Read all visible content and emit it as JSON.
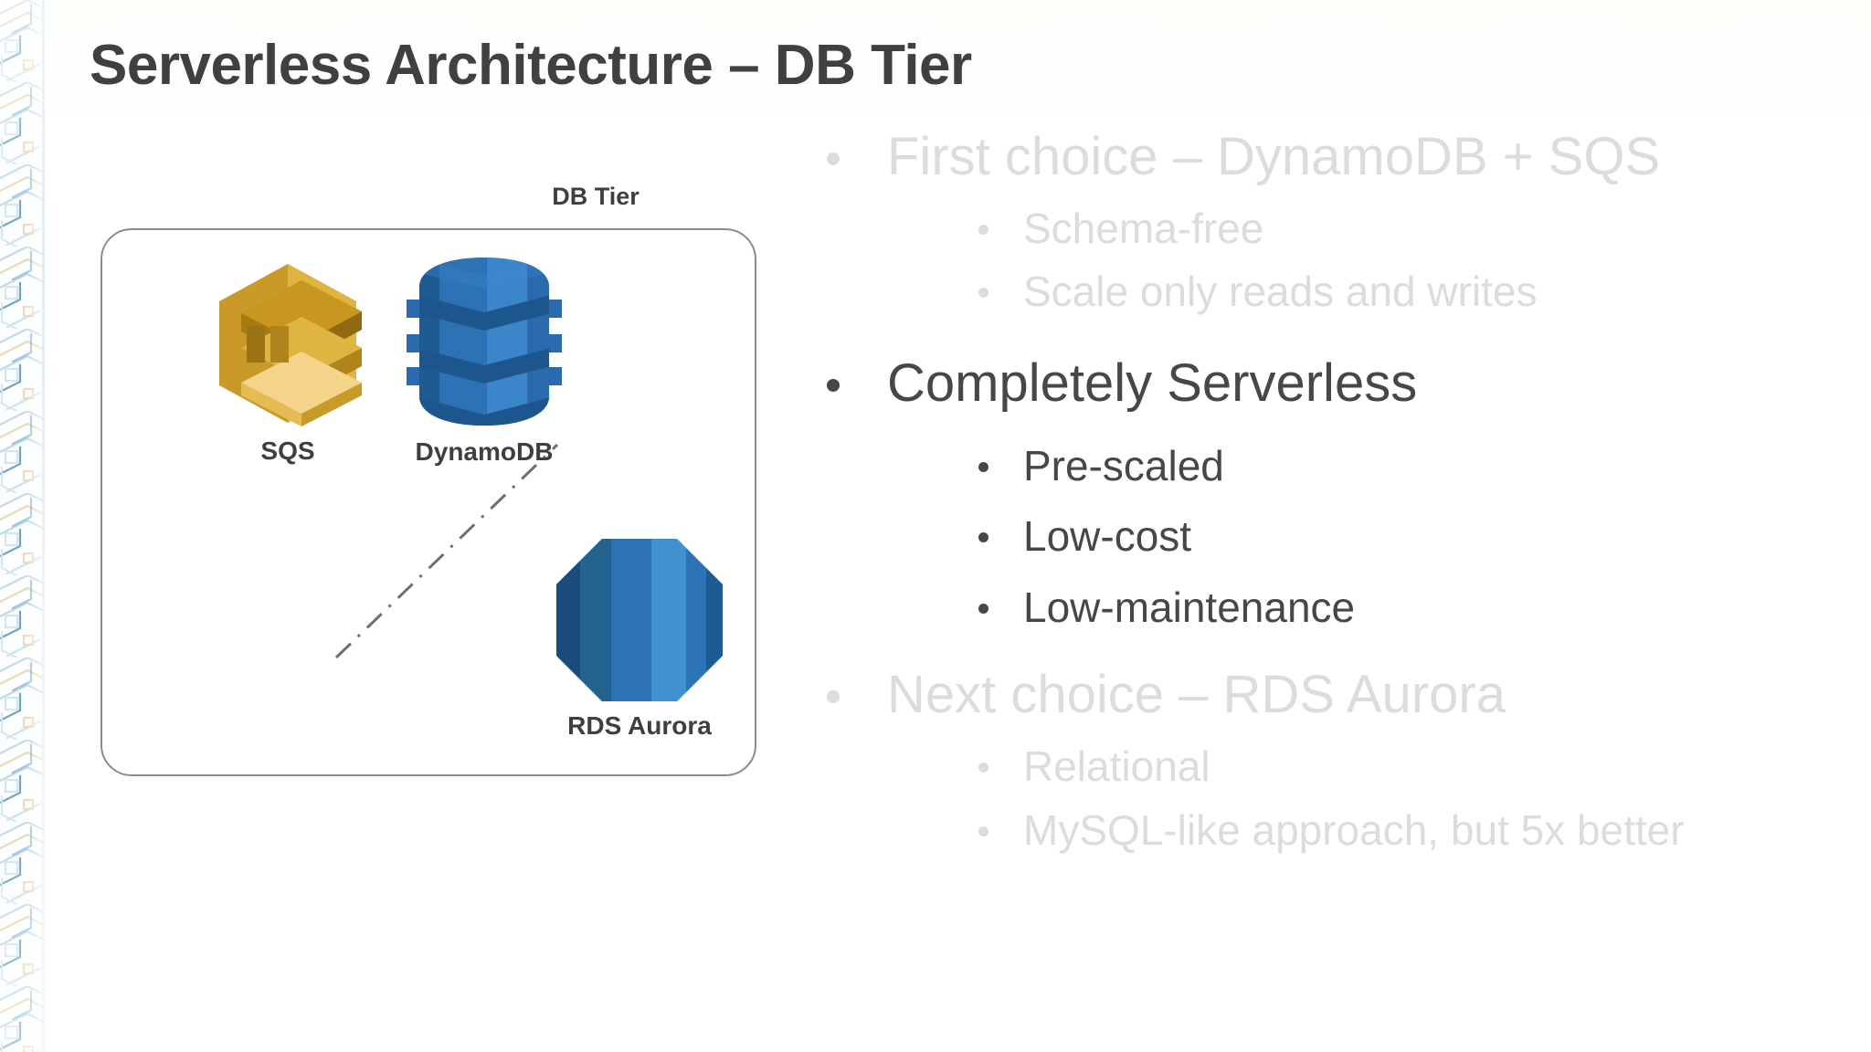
{
  "slide": {
    "title": "Serverless Architecture – DB Tier",
    "background_color": "#ffffff",
    "title_color": "#404040",
    "faded_text_color": "#dcdcde",
    "body_text_color": "#474747"
  },
  "diagram": {
    "group_label": "DB Tier",
    "border_color": "#8b8b8b",
    "divider_style": "dash-dot",
    "nodes": [
      {
        "id": "sqs",
        "label": "SQS",
        "icon": "aws-sqs-icon",
        "color": "#d9a23a"
      },
      {
        "id": "dynamodb",
        "label": "DynamoDB",
        "icon": "aws-dynamodb-icon",
        "color": "#2e73b8"
      },
      {
        "id": "rds-aurora",
        "label": "RDS Aurora",
        "icon": "aws-rds-aurora-icon",
        "color": "#2e73b8"
      }
    ]
  },
  "bullets": [
    {
      "id": "first-choice",
      "state": "faded",
      "level1": "First choice – DynamoDB + SQS",
      "level2": [
        "Schema-free",
        "Scale only reads and writes"
      ]
    },
    {
      "id": "completely-serverless",
      "state": "active",
      "level1": "Completely Serverless",
      "level2": [
        "Pre-scaled",
        "Low-cost",
        "Low-maintenance"
      ]
    },
    {
      "id": "next-choice",
      "state": "faded",
      "level1": "Next choice – RDS Aurora",
      "level2": [
        "Relational",
        "MySQL-like approach, but 5x better"
      ]
    }
  ]
}
